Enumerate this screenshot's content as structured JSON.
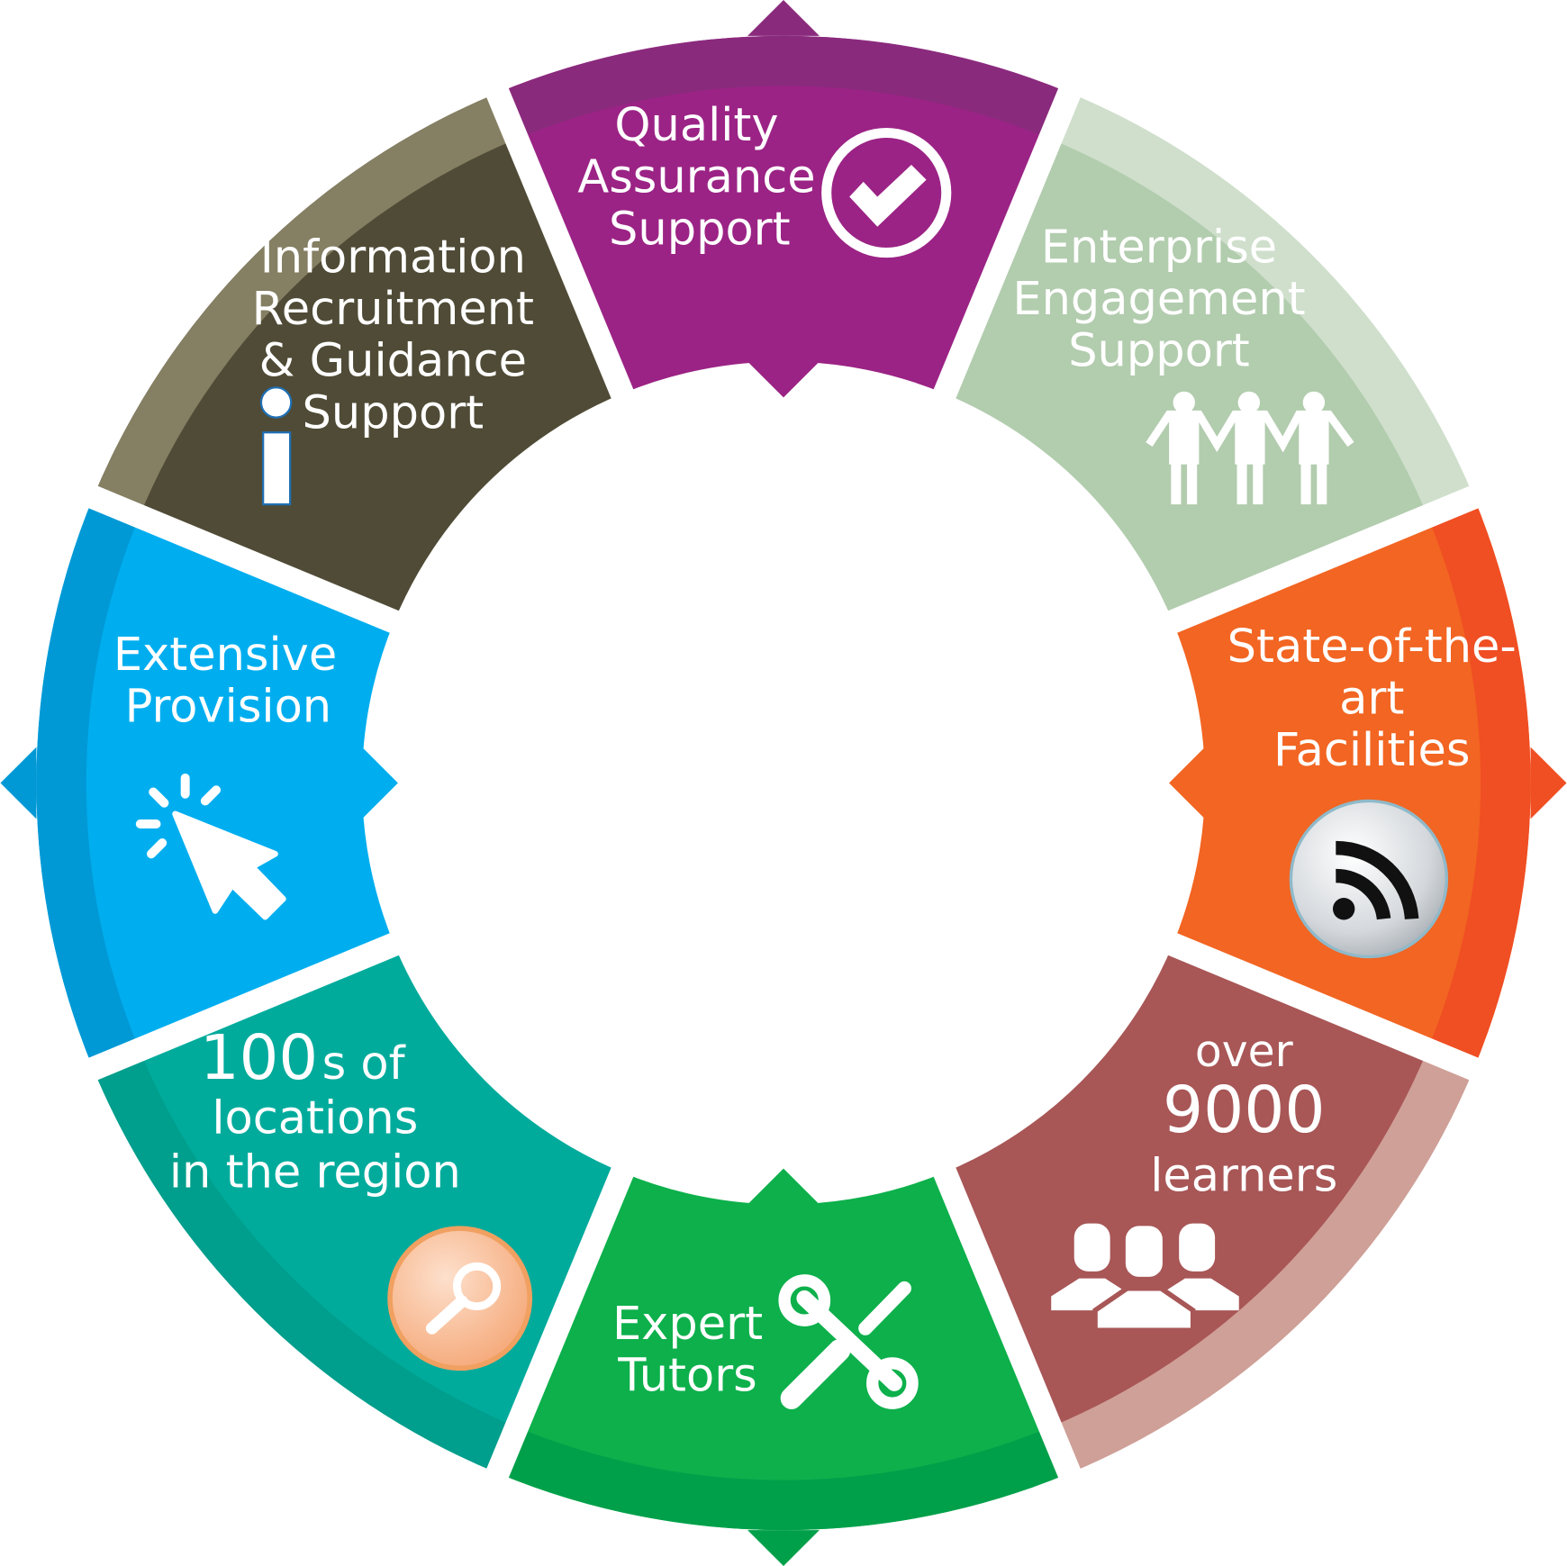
{
  "title": "Support wheel",
  "segments": [
    {
      "id": "quality",
      "color": "#9b2385",
      "band": "#8a2a7d",
      "lines": [
        "Quality",
        "Assurance",
        "Support"
      ],
      "icon": "check-circle-icon"
    },
    {
      "id": "enterprise",
      "color": "#b2ccae",
      "band": "#cfdfcc",
      "lines": [
        "Enterprise",
        "Engagement",
        "Support"
      ],
      "icon": "people-holding-hands-icon"
    },
    {
      "id": "facilities",
      "color": "#f26522",
      "band": "#f04e23",
      "lines": [
        "State-of-the-",
        "art",
        "Facilities"
      ],
      "icon": "rss-feed-icon"
    },
    {
      "id": "learners",
      "color": "#a85656",
      "band": "#cfa097",
      "lines": [
        "over",
        "9000",
        "learners"
      ],
      "icon": "users-group-icon"
    },
    {
      "id": "tutors",
      "color": "#0db04b",
      "band": "#00a04a",
      "lines": [
        "Expert",
        "Tutors"
      ],
      "icon": "tools-icon"
    },
    {
      "id": "locations",
      "color": "#00ab9c",
      "band": "#009e8c",
      "lines": [
        "100",
        "s of",
        "locations",
        "in the region"
      ],
      "icon": "magnifier-icon"
    },
    {
      "id": "provision",
      "color": "#00aeef",
      "band": "#0099d6",
      "lines": [
        "Extensive",
        "Provision"
      ],
      "icon": "cursor-click-icon"
    },
    {
      "id": "information",
      "color": "#4f4b36",
      "band": "#857f63",
      "lines": [
        "Information",
        "Recruitment",
        "& Guidance",
        "Support"
      ],
      "icon": "info-icon"
    }
  ]
}
